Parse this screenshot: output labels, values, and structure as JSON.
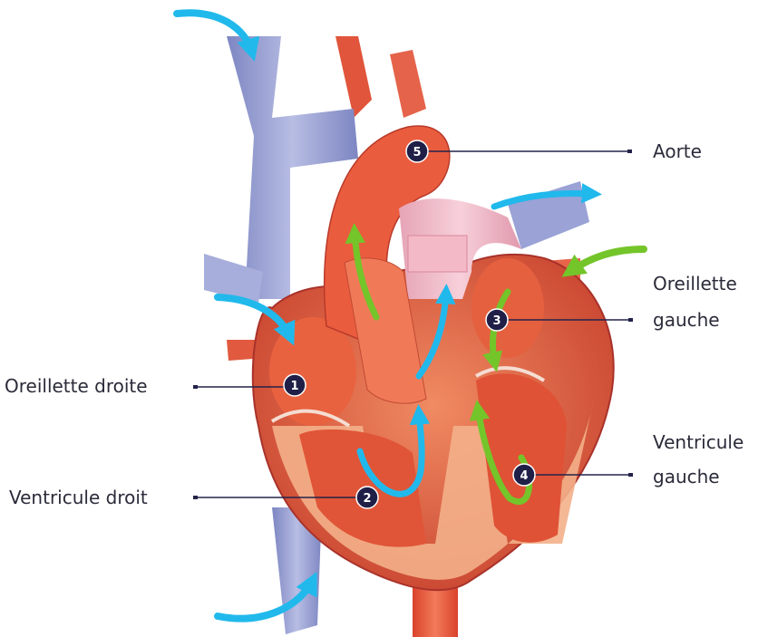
{
  "labels": {
    "aorte": "Aorte",
    "oreillette_gauche": [
      "Oreillette",
      "gauche"
    ],
    "oreillette_droite": "Oreillette droite",
    "ventricule_gauche": [
      "Ventricule",
      "gauche"
    ],
    "ventricule_droit": "Ventricule droit"
  },
  "markers": {
    "m1": "1",
    "m2": "2",
    "m3": "3",
    "m4": "4",
    "m5": "5"
  },
  "colors": {
    "deoxygenated_flow": "#21b9ec",
    "oxygenated_flow": "#74c52a",
    "marker_fill": "#1f1f47",
    "leader_line": "#23234a",
    "vein_blue": "#8f98cc",
    "artery_red": "#e8573f",
    "myocardium": "#f1a77e"
  },
  "icons": {
    "flow_blue": "blue-flow-arrow-icon",
    "flow_green": "green-flow-arrow-icon"
  }
}
